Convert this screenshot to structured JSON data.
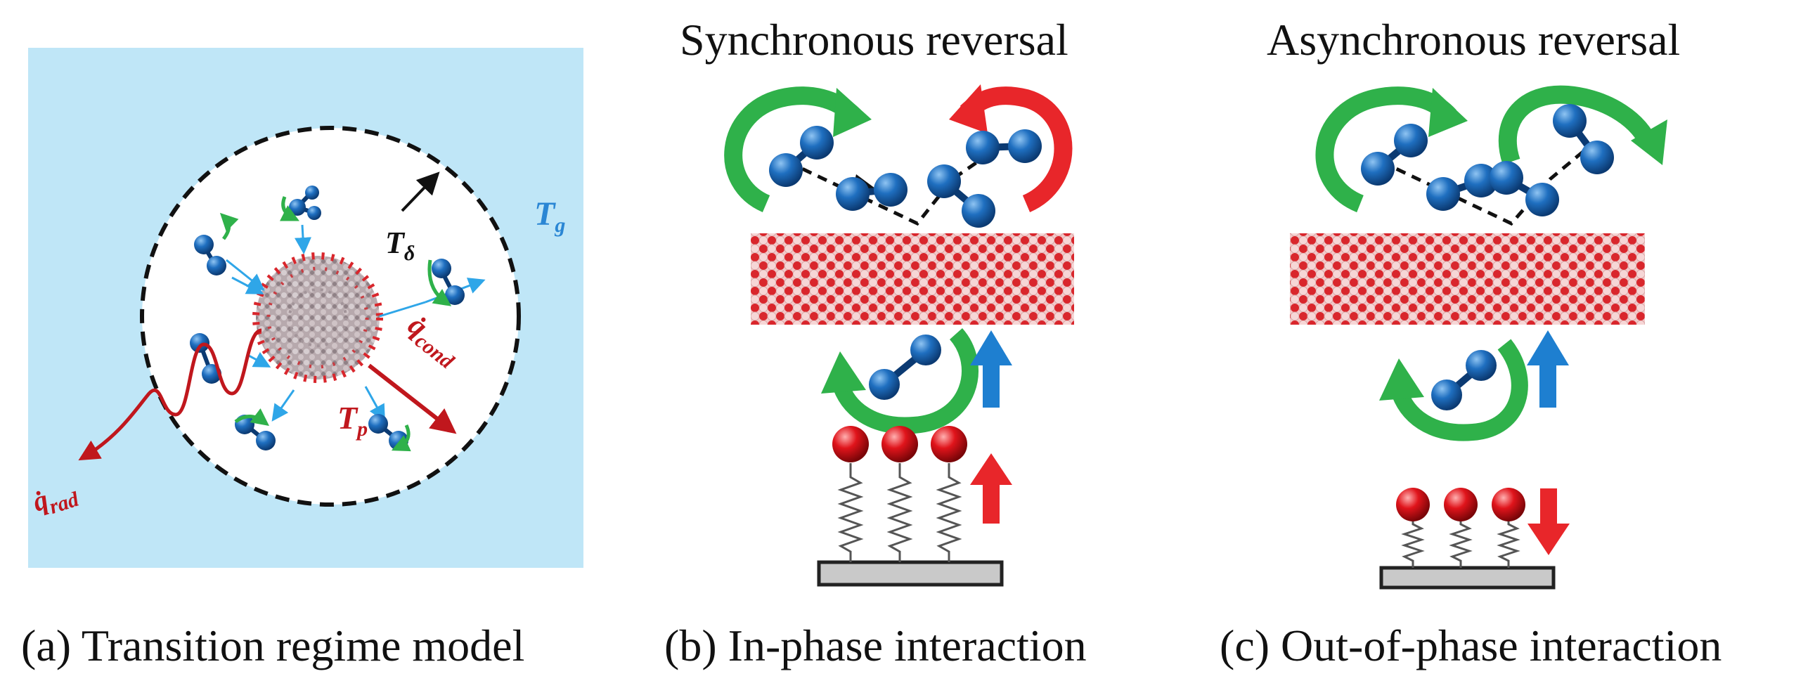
{
  "panels": {
    "a": {
      "caption": "(a) Transition regime model",
      "labels": {
        "T_g": "T",
        "T_g_sub": "g",
        "T_delta": "T",
        "T_delta_sub": "δ",
        "T_p": "T",
        "T_p_sub": "p",
        "q_cond": "q̇",
        "q_cond_sub": "cond",
        "q_rad": "q̇",
        "q_rad_sub": "rad"
      }
    },
    "b": {
      "heading": "Synchronous reversal",
      "caption": "(b) In-phase interaction"
    },
    "c": {
      "heading": "Asynchronous reversal",
      "caption": "(c) Out-of-phase interaction"
    }
  },
  "colors": {
    "gas_background": "#bfe6f7",
    "molecule_blue": "#1f6fc0",
    "rotation_green": "#2fb14a",
    "rotation_red": "#e8262a",
    "heat_red": "#c0171d",
    "arrow_blue": "#1e7fd0",
    "surface_red": "#d9262c",
    "surface_pink": "#f2c8c8",
    "temperature_blue": "#2a86d4"
  },
  "icons": [
    "molecule-icon",
    "rotation-arrow-icon",
    "spring-oscillator-icon",
    "nanoparticle-icon"
  ]
}
